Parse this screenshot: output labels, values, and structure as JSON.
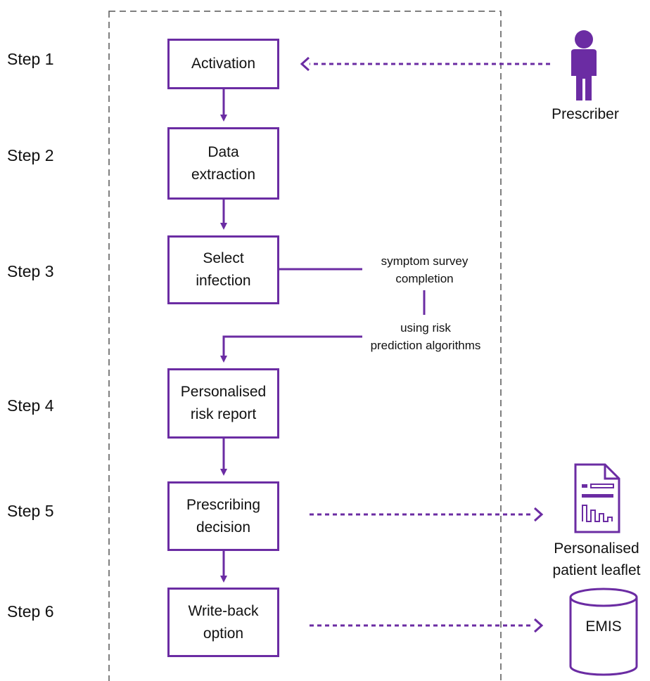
{
  "steps": [
    "Step 1",
    "Step 2",
    "Step 3",
    "Step 4",
    "Step 5",
    "Step 6"
  ],
  "boxes": {
    "activation": "Activation",
    "data_extraction": "Data\nextraction",
    "select_infection": "Select\ninfection",
    "risk_report": "Personalised\nrisk report",
    "prescribing_decision": "Prescribing\ndecision",
    "write_back": "Write-back\noption"
  },
  "notes": {
    "survey": "symptom survey\ncompletion",
    "algorithms": "using risk\nprediction algorithms"
  },
  "actors": {
    "prescriber": "Prescriber",
    "leaflet": "Personalised\npatient leaflet",
    "emis": "EMIS"
  },
  "colors": {
    "accent": "#6b2ca3",
    "border_dash": "#555555"
  },
  "icons": [
    "person-icon",
    "document-chart-icon",
    "database-icon"
  ]
}
